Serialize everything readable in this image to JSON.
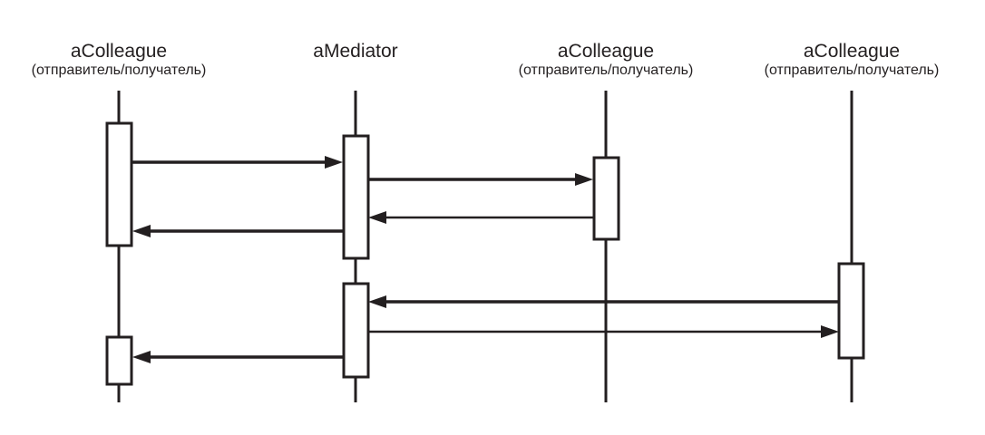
{
  "participants": [
    {
      "id": "colleague-sender",
      "name": "aColleague",
      "role": "(отправитель/получатель)"
    },
    {
      "id": "mediator",
      "name": "aMediator",
      "role": ""
    },
    {
      "id": "colleague-receiver-1",
      "name": "aColleague",
      "role": "(отправитель/получатель)"
    },
    {
      "id": "colleague-receiver-2",
      "name": "aColleague",
      "role": "(отправитель/получатель)"
    }
  ],
  "messages": [
    {
      "from": "colleague-sender",
      "to": "mediator",
      "order": 1
    },
    {
      "from": "mediator",
      "to": "colleague-receiver-1",
      "order": 2
    },
    {
      "from": "colleague-receiver-1",
      "to": "mediator",
      "order": 3
    },
    {
      "from": "mediator",
      "to": "colleague-sender",
      "order": 4
    },
    {
      "from": "colleague-receiver-2",
      "to": "mediator",
      "order": 5
    },
    {
      "from": "mediator",
      "to": "colleague-receiver-2",
      "order": 6
    },
    {
      "from": "mediator",
      "to": "colleague-sender",
      "order": 7
    }
  ],
  "colors": {
    "ink": "#231f20",
    "background": "#ffffff"
  }
}
